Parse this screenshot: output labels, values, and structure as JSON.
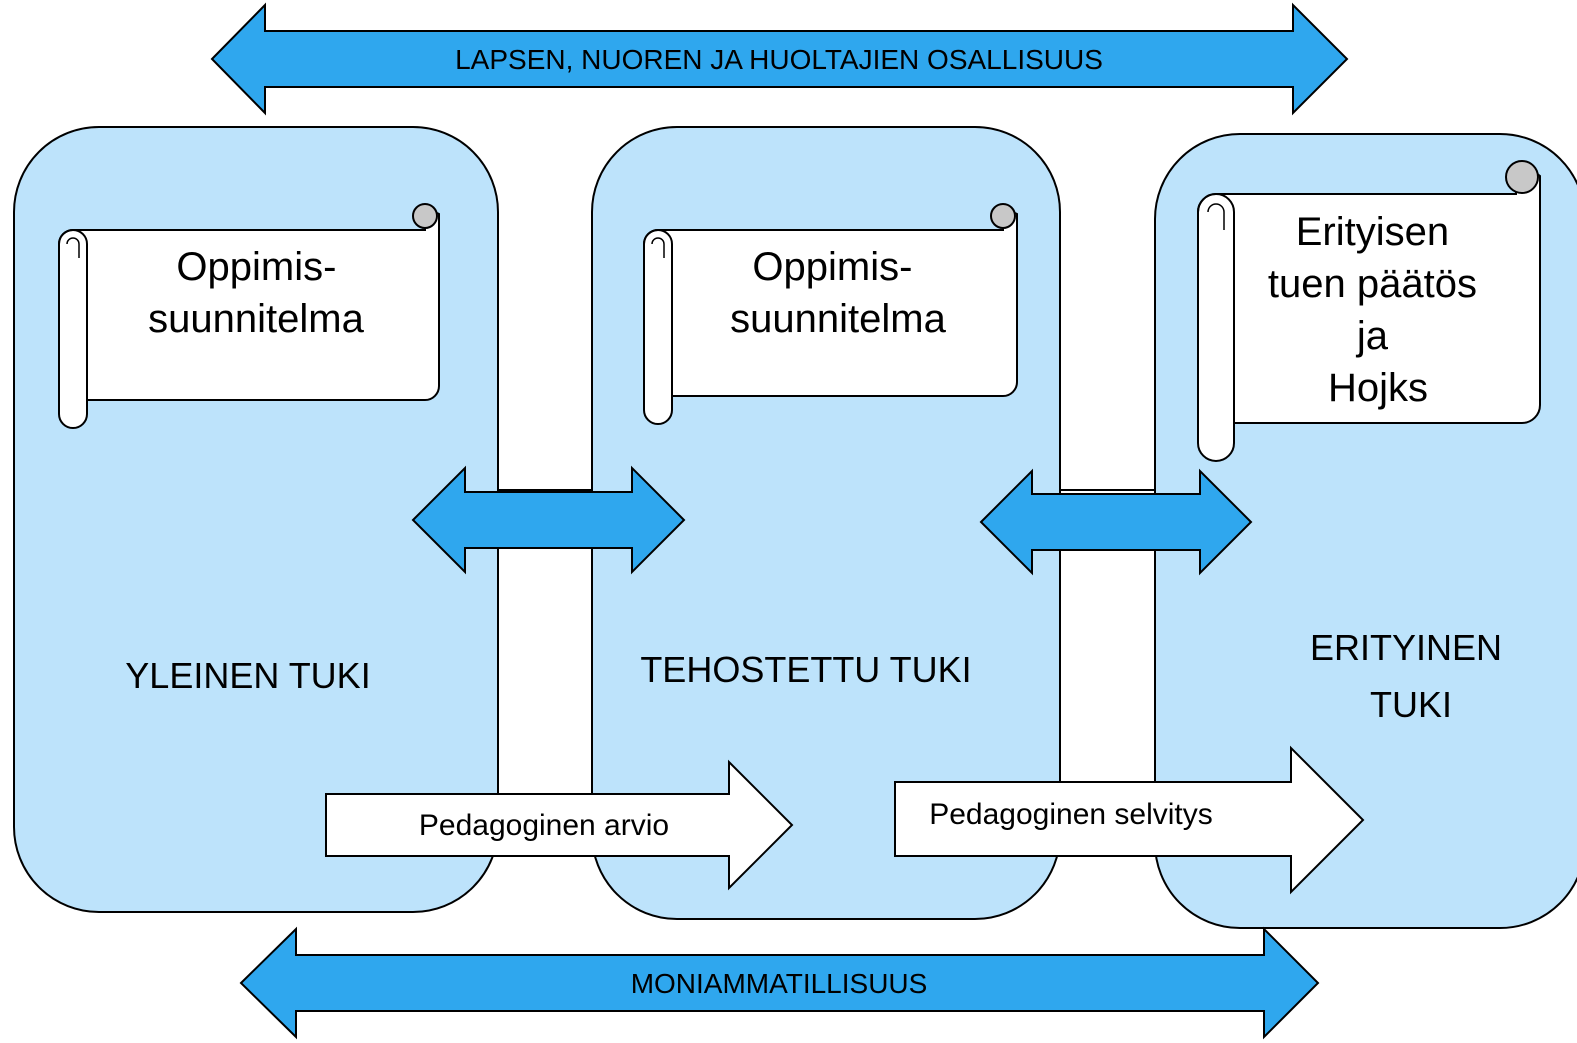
{
  "top_arrow": {
    "label": "LAPSEN, NUOREN JA HUOLTAJIEN OSALLISUUS"
  },
  "bottom_arrow": {
    "label": "MONIAMMATILLISUUS"
  },
  "panels": [
    {
      "label": "YLEINEN TUKI",
      "scroll": {
        "lines": [
          "Oppimis-",
          "suunnitelma"
        ]
      }
    },
    {
      "label": "TEHOSTETTU TUKI",
      "scroll": {
        "lines": [
          "Oppimis-",
          "suunnitelma"
        ]
      }
    },
    {
      "label_lines": [
        "ERITYINEN",
        "TUKI"
      ],
      "scroll": {
        "lines": [
          "Erityisen",
          "tuen päätös",
          "ja",
          "Hojks"
        ]
      }
    }
  ],
  "transition_arrows": [
    {
      "label": "Pedagoginen arvio"
    },
    {
      "label": "Pedagoginen selvitys"
    }
  ],
  "colors": {
    "panel_fill": "#bde3fb",
    "arrow_fill": "#2fa7ee",
    "stroke": "#000000",
    "scroll_curl": "#c8c8c8"
  }
}
